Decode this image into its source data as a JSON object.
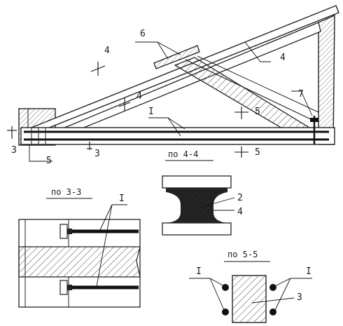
{
  "labels": {
    "main_4_left": "4",
    "main_4_upper_right": "4",
    "main_4_lower": "4",
    "main_6": "6",
    "main_7": "7",
    "main_I": "I",
    "main_5_right": "5",
    "main_5_left": "5",
    "main_5_bottom": "5",
    "main_3_left": "3",
    "main_3_mid": "3"
  },
  "sections": {
    "s44": {
      "title": "по 4-4",
      "n2": "2",
      "n4": "4"
    },
    "s33": {
      "title": "по 3-3",
      "nI": "I"
    },
    "s55": {
      "title": "по 5-5",
      "nI_left": "I",
      "nI_right": "I",
      "n3": "3"
    }
  }
}
